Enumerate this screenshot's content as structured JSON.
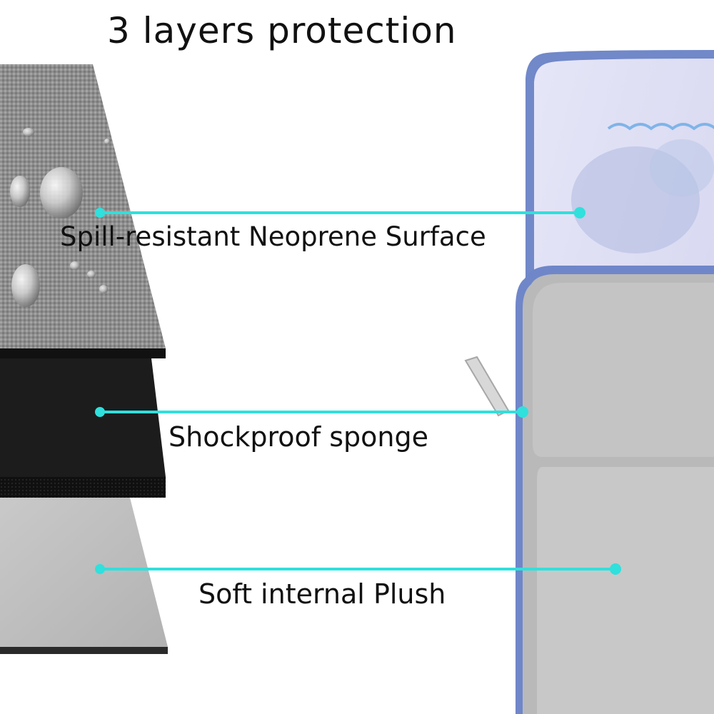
{
  "title": "3 layers protection",
  "layers": [
    {
      "label": "Spill-resistant Neoprene Surface",
      "material": "neoprene-fabric"
    },
    {
      "label": "Shockproof sponge",
      "material": "sponge"
    },
    {
      "label": "Soft internal Plush",
      "material": "plush"
    }
  ],
  "colors": {
    "callout_line": "#2fe0dc",
    "fabric_gray": "#8f8f8f",
    "sponge_black": "#1a1a1a",
    "plush_gray": "#bdbdbd",
    "sleeve_lavender": "#dcdcf4",
    "zipper_blue": "#6f86c9"
  }
}
